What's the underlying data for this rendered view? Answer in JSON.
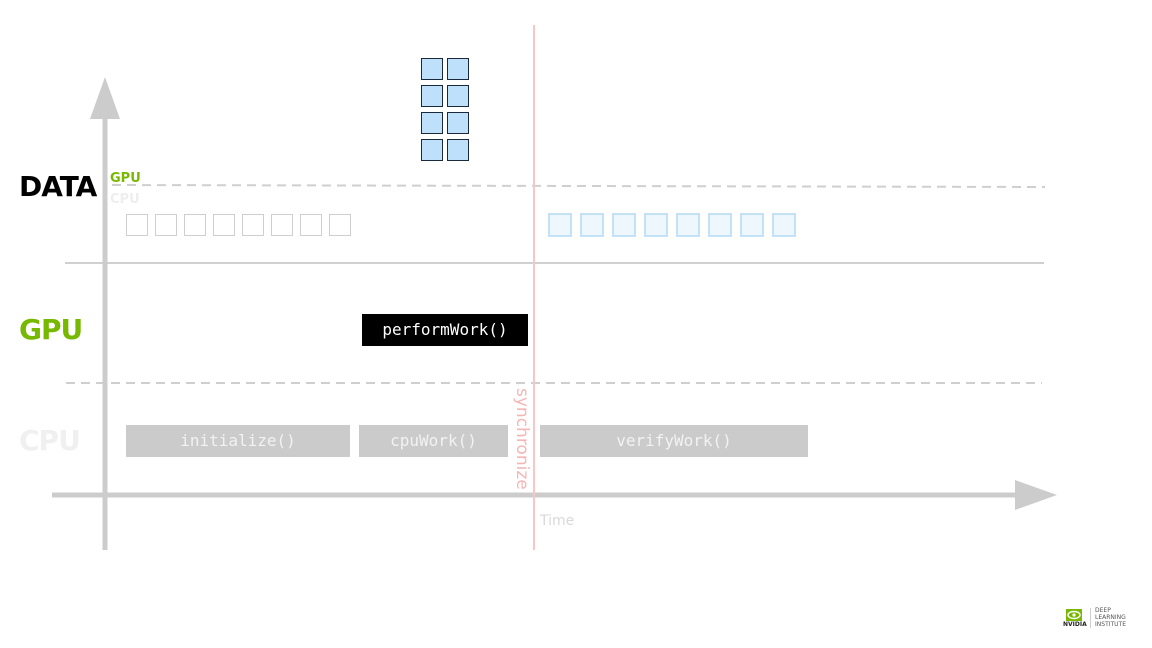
{
  "rows": {
    "data_label": "DATA",
    "gpu_label": "GPU",
    "cpu_label": "CPU",
    "data_gpu_sublabel": "GPU",
    "data_cpu_sublabel": "CPU"
  },
  "functions": {
    "initialize": "initialize()",
    "cpu_work": "cpuWork()",
    "perform_work": "performWork()",
    "verify_work": "verifyWork()"
  },
  "axis": {
    "time_label": "Time",
    "sync_label": "synchronize"
  },
  "logo": {
    "brand": "NVIDIA",
    "line1": "DEEP",
    "line2": "LEARNING",
    "line3": "INSTITUTE"
  },
  "colors": {
    "gpu_green": "#76b900",
    "cpu_gray": "#eeeeee",
    "sync_line": "#f7c7c7",
    "device_cell": "#bfe0fb"
  }
}
